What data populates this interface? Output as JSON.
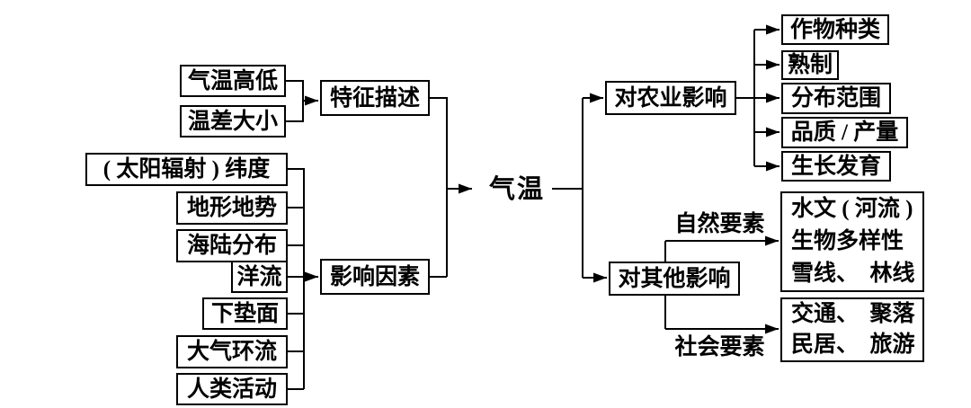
{
  "diagram": {
    "root_label": "气温",
    "feature_group": {
      "inputs": [
        "气温高低",
        "温差大小"
      ],
      "label": "特征描述"
    },
    "factor_group": {
      "inputs": [
        "( 太阳辐射 ) 纬度",
        "地形地势",
        "海陆分布",
        "洋流",
        "下垫面",
        "大气环流",
        "人类活动"
      ],
      "label": "影响因素"
    },
    "agriculture_group": {
      "label": "对农业影响",
      "outputs": [
        "作物种类",
        "熟制",
        "分布范围",
        "品质 / 产量",
        "生长发育"
      ]
    },
    "other_group": {
      "label": "对其他影响",
      "natural": {
        "label": "自然要素",
        "lines": [
          "水文 ( 河流 )",
          "生物多样性",
          "雪线、　林线"
        ]
      },
      "social": {
        "label": "社会要素",
        "lines": [
          "交通、　聚落",
          "民居、　旅游"
        ]
      }
    },
    "colors": {
      "line": "#000000",
      "background": "#ffffff",
      "text": "#000000"
    }
  }
}
